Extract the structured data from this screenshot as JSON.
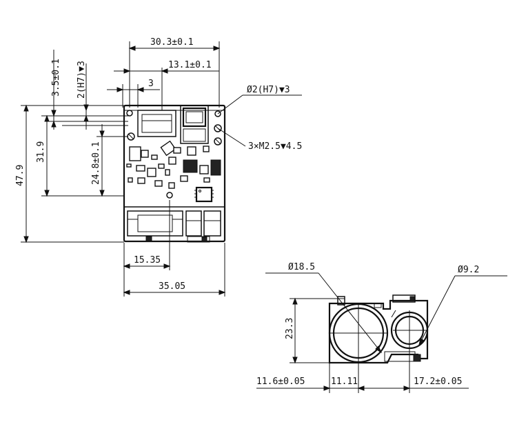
{
  "top_view": {
    "dims": {
      "width_total": "30.3±0.1",
      "offset_hole": "13.1±0.1",
      "small_offset": "3",
      "vert_top": "3.5±0.1",
      "pin_hole": "2(H7)▼3",
      "height_left": "31.9",
      "height_inner": "24.8±0.1",
      "height_total": "47.9",
      "bottom_inner": "15.35",
      "bottom_total": "35.05"
    },
    "callouts": {
      "pin_callout": "Ø2(H7)▼3",
      "screw_callout": "3×M2.5▼4.5"
    }
  },
  "front_view": {
    "dims": {
      "large_lens": "Ø18.5",
      "small_lens": "Ø9.2",
      "height": "23.3",
      "left_offset": "11.6±0.05",
      "center_gap": "11.11",
      "right_offset": "17.2±0.05"
    }
  }
}
